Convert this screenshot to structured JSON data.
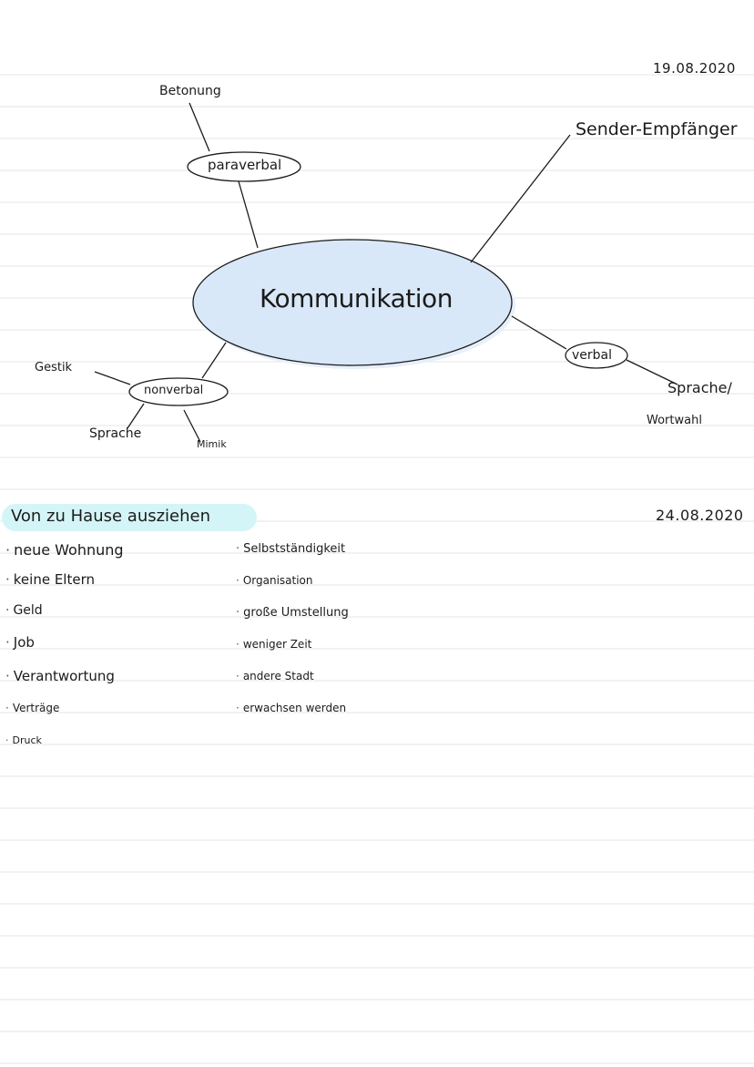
{
  "mindmap": {
    "date": "19.08.2020",
    "center": "Kommunikation",
    "branches": {
      "paraverbal": {
        "label": "paraverbal",
        "leaves": [
          "Betonung"
        ]
      },
      "nonverbal": {
        "label": "nonverbal",
        "leaves": [
          "Gestik",
          "Sprache",
          "Mimik"
        ]
      },
      "sender": {
        "label": "Sender-Empfänger"
      },
      "verbal": {
        "label": "verbal",
        "leaves": [
          "Sprache/",
          "Wortwahl"
        ]
      }
    },
    "colors": {
      "center_fill": "#d9e8f8",
      "center_shadow": "#e6f0fb",
      "ink": "#1b1b1b"
    }
  },
  "section2": {
    "title": "Von zu Hause ausziehen",
    "date": "24.08.2020",
    "highlight_color": "#d4f5f7",
    "left_items": [
      "neue Wohnung",
      "keine Eltern",
      "Geld",
      "Job",
      "Verantwortung",
      "Verträge",
      "Druck"
    ],
    "right_items": [
      "Selbstständigkeit",
      "Organisation",
      "große Umstellung",
      "weniger Zeit",
      "andere Stadt",
      "erwachsen werden"
    ]
  }
}
